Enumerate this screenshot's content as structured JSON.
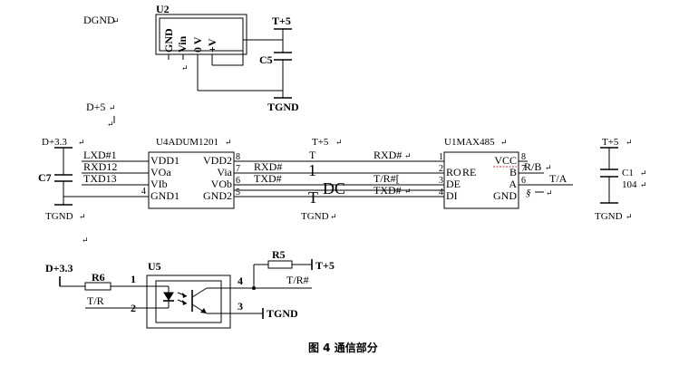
{
  "paragraph_mark": "↵",
  "top": {
    "dgnd": "DGND",
    "u2_ref": "U2",
    "u2_pins": [
      "GND",
      "Vin",
      "0 V",
      "+V"
    ],
    "t5": "T+5",
    "c5": "C5",
    "tgnd": "TGND",
    "d5": "D+5"
  },
  "middle": {
    "d33": "D+3.3",
    "c7": "C7",
    "tgnd_left": "TGND",
    "lxd": "LXD#1",
    "rxd12": "RXD12",
    "txd13": "TXD13",
    "pin4": "4",
    "u4_title": "U4ADUM1201",
    "u4_left_pins": [
      "VDD1",
      "VOa",
      "VIb",
      "GND1"
    ],
    "u4_right_pins": [
      "VDD2",
      "Via",
      "VOb",
      "GND2"
    ],
    "u4_right_nums": [
      "8",
      "7",
      "6",
      "5"
    ],
    "mid_t5": "T+5",
    "mid_T": "T",
    "mid_rxd": "RXD#",
    "mid_txd": "TXD#",
    "mid_dc": "DC",
    "mid_one": "1",
    "mid_T2": "T",
    "tgnd_mid": "TGND",
    "rxd_right": "RXD#",
    "tr_right": "T/R#[",
    "txd_right": "TXD#",
    "u1_title": "U1MAX485",
    "u1_left_nums": [
      "1",
      "2",
      "3",
      "4"
    ],
    "u1_left_pins": [
      "RO",
      "RE",
      "DE",
      "DI"
    ],
    "u1_right_pins": [
      "VCC",
      "B",
      "A",
      "GND"
    ],
    "u1_right_nums": [
      "8",
      "7",
      "6"
    ],
    "rb": "R/B",
    "ta": "T/A",
    "s_mark": "§",
    "right_t5": "T+5",
    "c1": "C1",
    "c1_val": "104",
    "right_tgnd": "TGND"
  },
  "bottom": {
    "d33": "D+3.3",
    "r6": "R6",
    "u5": "U5",
    "pin1": "1",
    "pin2": "2",
    "tr": "T/R",
    "pin4": "4",
    "pin3": "3",
    "r5": "R5",
    "t5": "T+5",
    "tr_hash": "T/R#",
    "tgnd": "TGND"
  },
  "caption": "图 4    通信部分"
}
